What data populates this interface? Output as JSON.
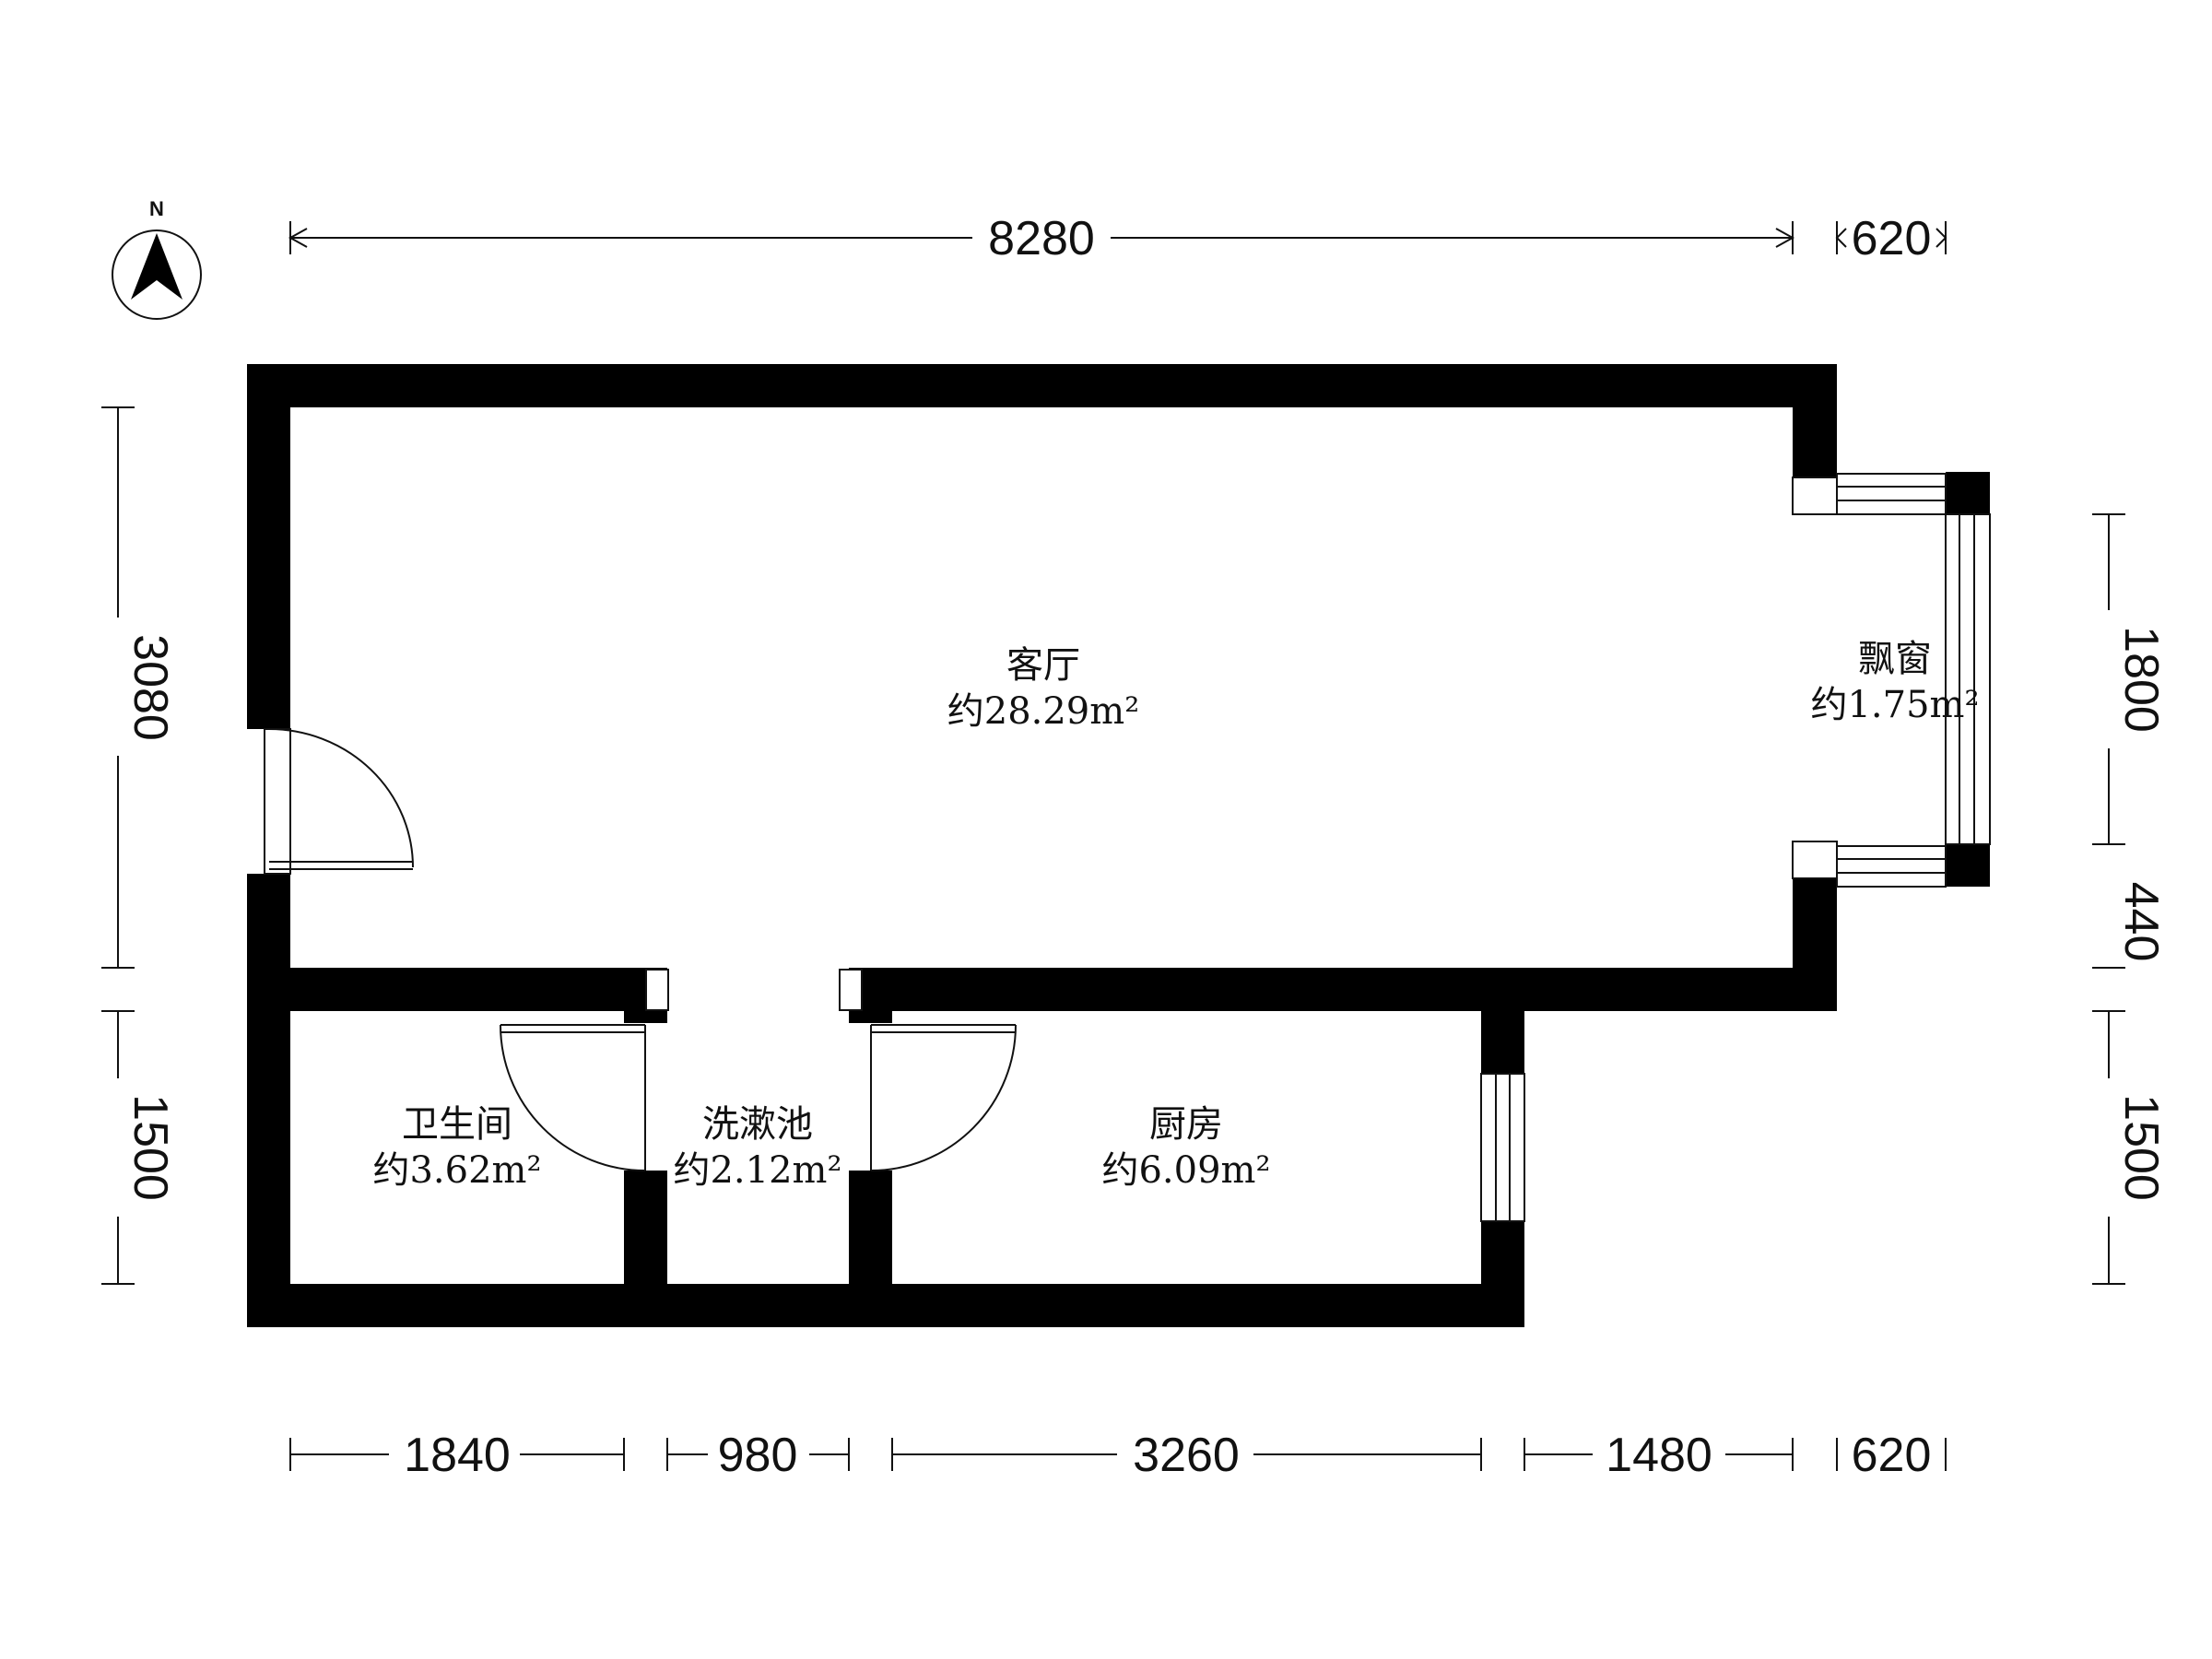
{
  "compass": {
    "label": "N"
  },
  "dimensions": {
    "top": [
      "8280",
      "620"
    ],
    "bottom": [
      "1840",
      "980",
      "3260",
      "1480",
      "620"
    ],
    "left": [
      "3080",
      "1500"
    ],
    "right": [
      "1800",
      "440",
      "1500"
    ]
  },
  "rooms": [
    {
      "name": "客厅",
      "area": "约28.29m²"
    },
    {
      "name": "飘窗",
      "area": "约1.75m²"
    },
    {
      "name": "卫生间",
      "area": "约3.62m²"
    },
    {
      "name": "洗漱池",
      "area": "约2.12m²"
    },
    {
      "name": "厨房",
      "area": "约6.09m²"
    }
  ],
  "colors": {
    "wall": "#000000",
    "background": "#ffffff",
    "line": "#111111"
  }
}
